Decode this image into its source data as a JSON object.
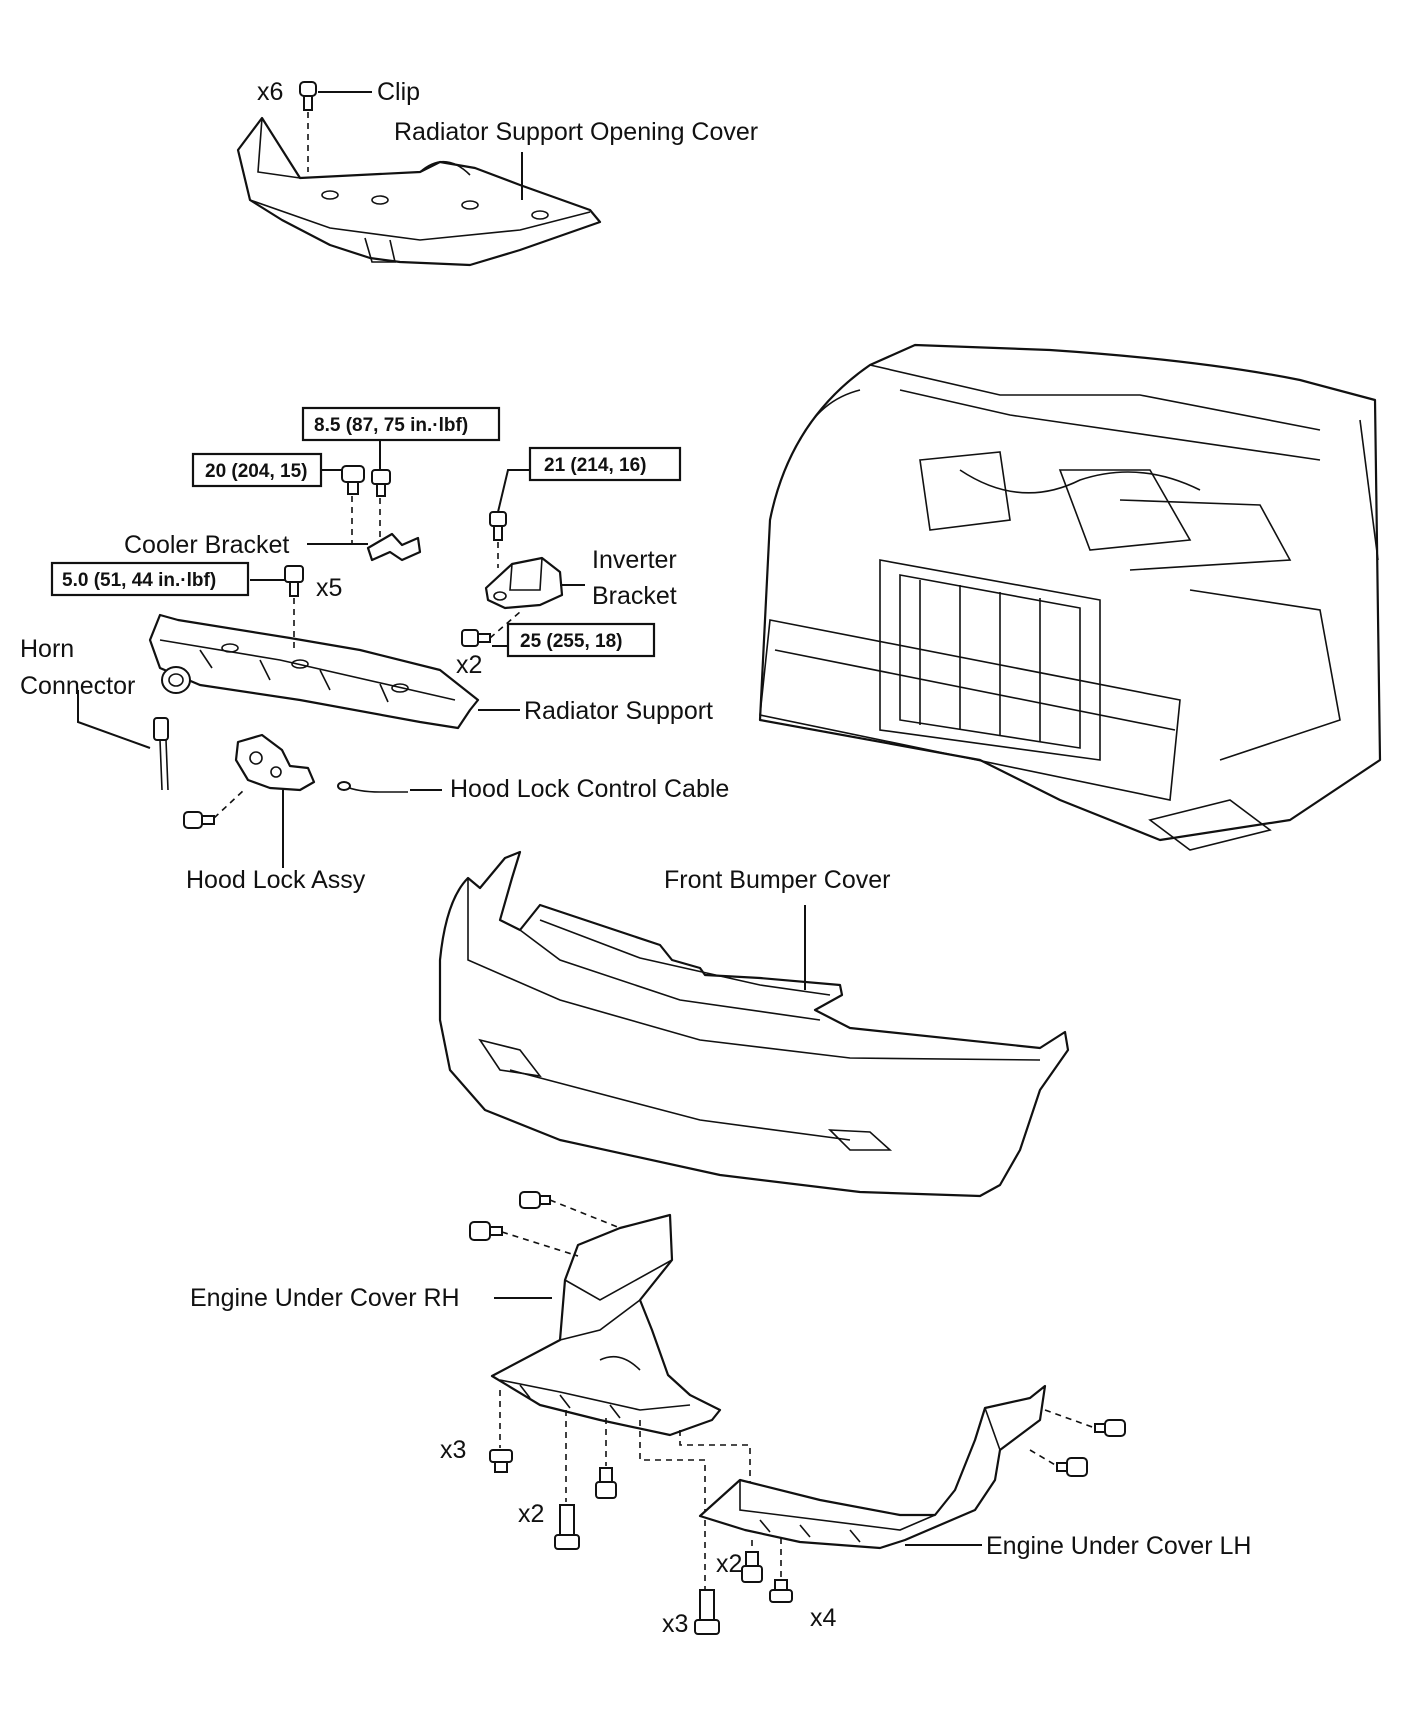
{
  "labels": {
    "clip": "Clip",
    "radiator_support_opening_cover": "Radiator Support Opening Cover",
    "cooler_bracket": "Cooler Bracket",
    "inverter_bracket_line1": "Inverter",
    "inverter_bracket_line2": "Bracket",
    "horn_connector_line1": "Horn",
    "horn_connector_line2": "Connector",
    "radiator_support": "Radiator Support",
    "hood_lock_control_cable": "Hood Lock Control Cable",
    "hood_lock_assy": "Hood Lock Assy",
    "front_bumper_cover": "Front Bumper Cover",
    "engine_under_cover_rh": "Engine Under Cover RH",
    "engine_under_cover_lh": "Engine Under Cover LH"
  },
  "quantities": {
    "clip_qty": "x6",
    "support_bolt_qty": "x5",
    "inverter_bolt_qty": "x2",
    "rh_clip_qty": "x3",
    "rh_screw_qty": "x2",
    "lh_bolt_qty": "x2",
    "lh_screw_qty": "x3",
    "lh_clip_qty": "x4"
  },
  "torques": {
    "cooler_bracket_bolt_a": "8.5 (87, 75 in.·lbf)",
    "cooler_bracket_bolt_b": "20 (204, 15)",
    "inverter_bracket_upper": "21 (214, 16)",
    "radiator_support_bolt": "5.0 (51, 44 in.·lbf)",
    "inverter_bracket_lower": "25 (255, 18)"
  }
}
